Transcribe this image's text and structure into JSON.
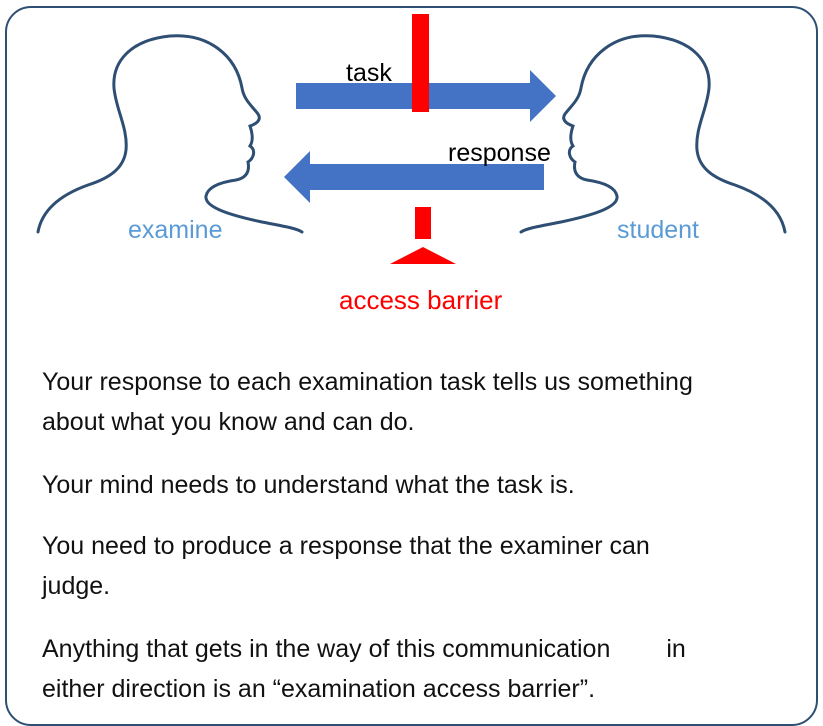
{
  "diagram": {
    "left_person_label": "examine",
    "right_person_label": "student",
    "task_label": "task",
    "response_label": "response",
    "barrier_label": "access barrier"
  },
  "text": {
    "p1_line1": "Your response to each examination task tells us something",
    "p1_line2": "about what you know and can do.",
    "p2": "Your mind needs to understand what the task is.",
    "p3_line1": "You need to produce a response that the examiner can",
    "p3_line2": "judge.",
    "p4_line1a": "Anything that gets in the way of this communication",
    "p4_line1b": "in",
    "p4_line2": "either direction is an “examination access barrier”."
  },
  "colors": {
    "arrow": "#4472c4",
    "barrier": "#ff0000",
    "outline": "#2e4f73",
    "person_label": "#5b9bd5"
  }
}
